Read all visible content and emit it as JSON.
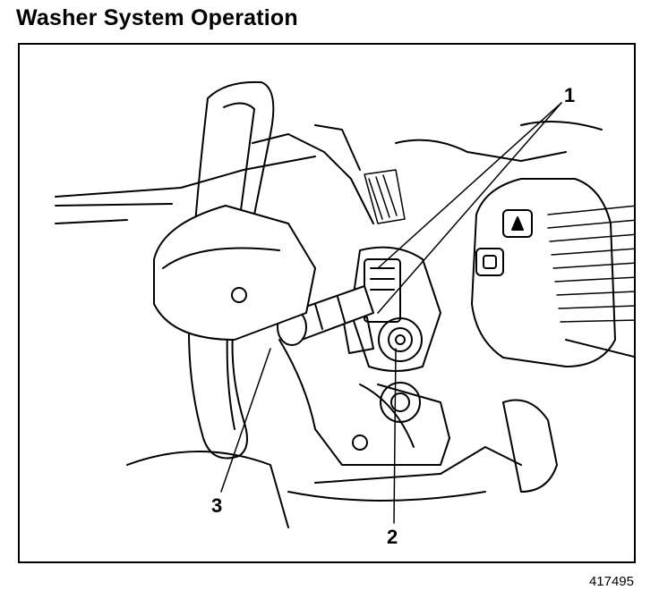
{
  "title": "Washer System Operation",
  "callouts": [
    "1",
    "2",
    "3"
  ],
  "figure_number": "417495"
}
